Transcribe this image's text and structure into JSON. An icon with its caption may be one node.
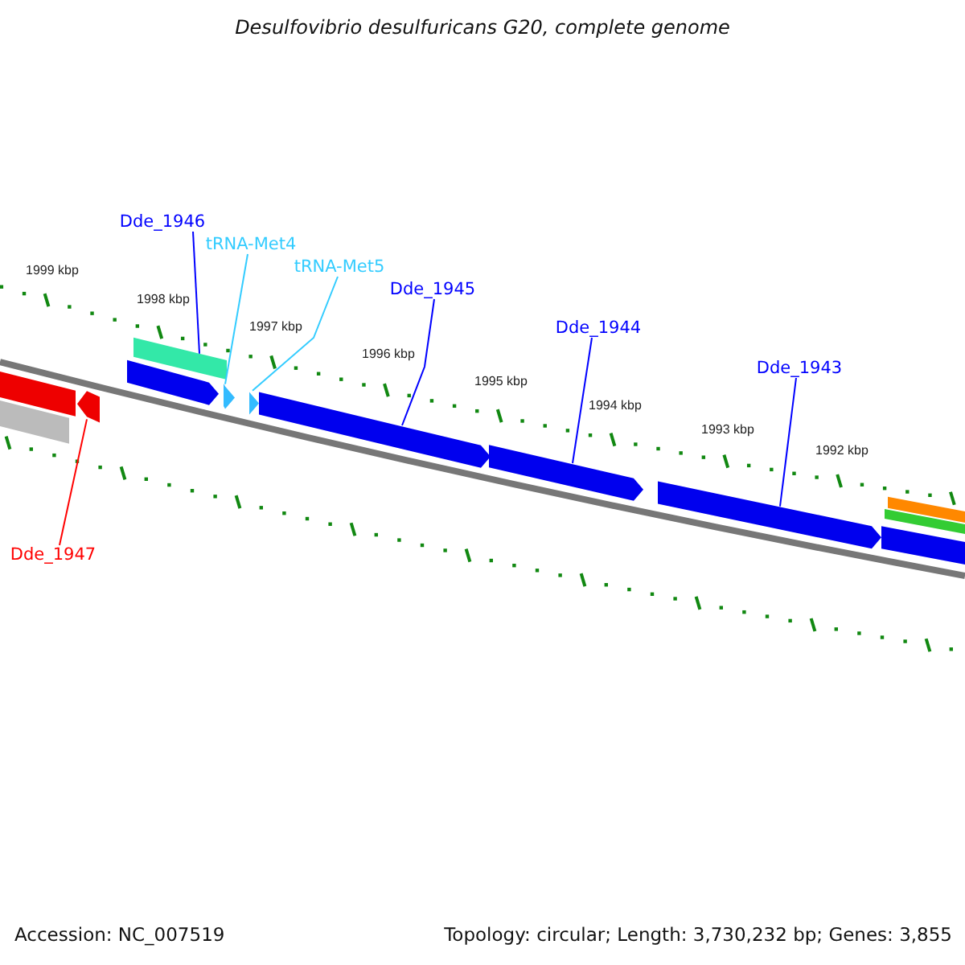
{
  "diagram": {
    "title": "Desulfovibrio desulfuricans G20, complete genome",
    "nodes": [
      {
        "text": [
          "Dde_1946"
        ]
      },
      {
        "text": [
          "tRNA-Met4"
        ]
      },
      {
        "text": [
          "tRNA-Met5"
        ]
      },
      {
        "text": [
          "Dde_1945"
        ]
      },
      {
        "text": [
          "Dde_1944"
        ]
      },
      {
        "text": [
          "Dde_1943"
        ]
      },
      {
        "text": [
          "Dde_1947"
        ]
      },
      {
        "text": [],
        "shape": "bar"
      },
      {
        "text": [],
        "shape": "bar"
      },
      {
        "text": [],
        "shape": "bar"
      },
      {
        "text": [],
        "shape": "bar"
      },
      {
        "text": [],
        "shape": "bar"
      },
      {
        "text": [],
        "shape": "bar"
      },
      {
        "text": [],
        "shape": "bar"
      },
      {
        "text": [],
        "shape": "bar"
      },
      {
        "text": [],
        "shape": "bar"
      },
      {
        "text": [],
        "shape": "bar"
      },
      {
        "text": [],
        "shape": "bar"
      },
      {
        "text": [],
        "shape": "bar"
      },
      {
        "text": [],
        "shape": "bar"
      }
    ],
    "edges": [
      {
        "from": 0,
        "to": 11,
        "arrow": "none"
      },
      {
        "from": 1,
        "to": 12,
        "arrow": "none",
        "color": "#33ccff"
      },
      {
        "from": 2,
        "to": 13,
        "arrow": "none",
        "color": "#33ccff"
      },
      {
        "from": 3,
        "to": 14,
        "arrow": "none"
      },
      {
        "from": 4,
        "to": 15,
        "arrow": "none"
      },
      {
        "from": 5,
        "to": 16,
        "arrow": "none"
      },
      {
        "from": 6,
        "to": 9,
        "arrow": "none",
        "color": "#ff0000"
      }
    ],
    "labels": [
      "1999 kbp",
      "1998 kbp",
      "1997 kbp",
      "1996 kbp",
      "1995 kbp",
      "1994 kbp",
      "1993 kbp",
      "1992 kbp",
      "Accession: NC_007519",
      "Topology: circular; Length: 3,730,232 bp; Genes: 3,855"
    ]
  }
}
